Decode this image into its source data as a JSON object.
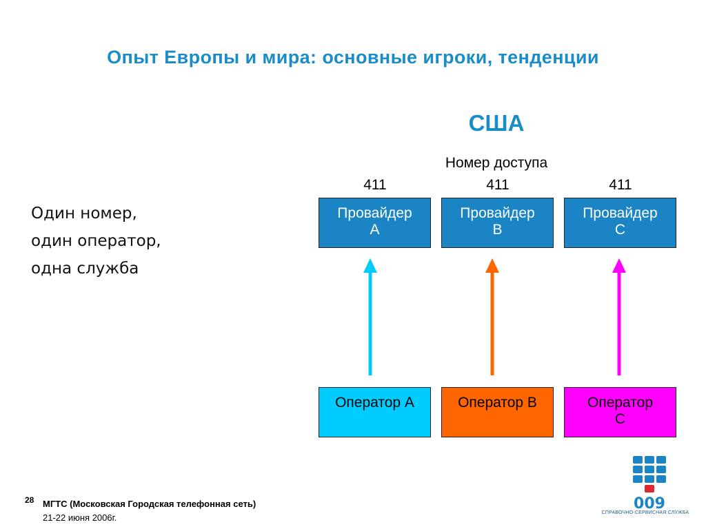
{
  "slide": {
    "title": "Опыт Европы и мира: основные игроки, тенденции",
    "country": "США",
    "access_label": "Номер доступа",
    "lead_lines": [
      "Один номер,",
      "один оператор,",
      "одна служба"
    ]
  },
  "access_numbers": [
    "411",
    "411",
    "411"
  ],
  "providers": [
    {
      "line1": "Провайдер",
      "line2": "A"
    },
    {
      "line1": "Провайдер",
      "line2": "B"
    },
    {
      "line1": "Провайдер",
      "line2": "C"
    }
  ],
  "operators": [
    {
      "line1": "Оператор А",
      "line2": "",
      "color": "#00ccff",
      "text_color": "#000000"
    },
    {
      "line1": "Оператор B",
      "line2": "",
      "color": "#ff6600",
      "text_color": "#000000"
    },
    {
      "line1": "Оператор",
      "line2": "C",
      "color": "#ff00ff",
      "text_color": "#000000"
    }
  ],
  "arrow_colors": [
    "#00ccff",
    "#ff6600",
    "#ff00ff"
  ],
  "provider_color": "#1b84c4",
  "title_color": "#1a8cc8",
  "footer": {
    "page_number": "28",
    "organization": "МГТС (Московская Городская телефонная сеть)",
    "date": "21-22 июня 2006г."
  },
  "logo": {
    "number": "009",
    "tagline": "СПРАВОЧНО-СЕРВИСНАЯ СЛУЖБА",
    "color": "#1b84c4",
    "accent": "#e0262f"
  }
}
